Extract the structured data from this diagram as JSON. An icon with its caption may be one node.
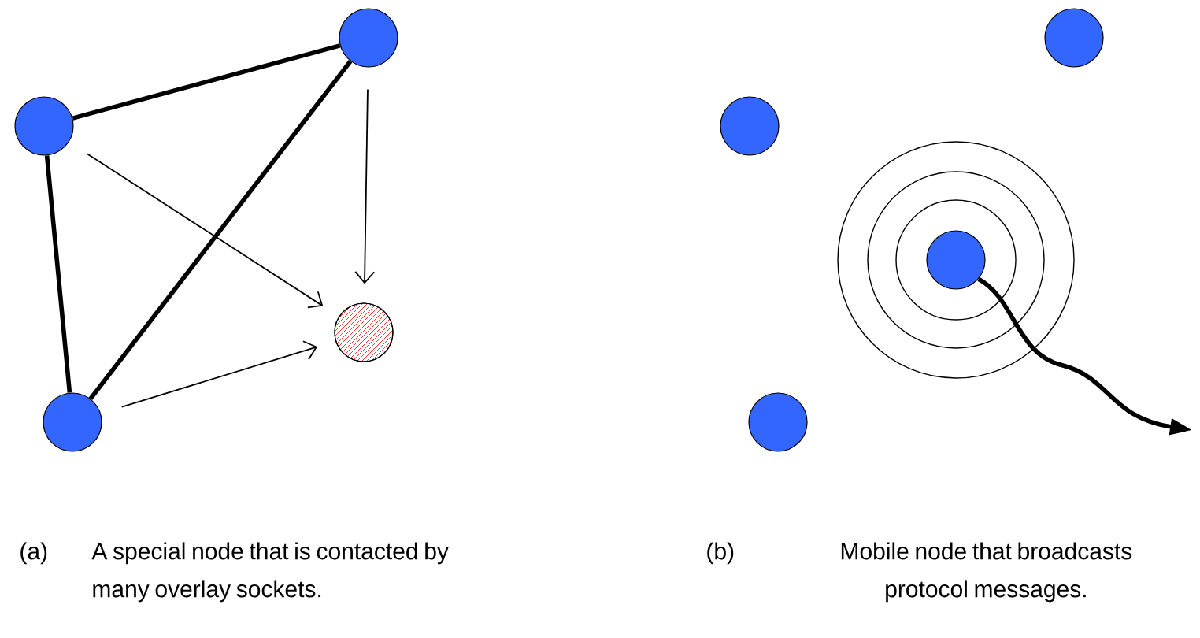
{
  "diagram": {
    "nodes": [
      {
        "text": [],
        "shape": "circle"
      },
      {
        "text": [],
        "shape": "circle"
      },
      {
        "text": [],
        "shape": "circle"
      },
      {
        "text": [],
        "shape": "circle"
      },
      {
        "text": [],
        "shape": "circle"
      },
      {
        "text": [],
        "shape": "circle"
      },
      {
        "text": [],
        "shape": "circle"
      },
      {
        "text": [],
        "shape": "circle"
      }
    ],
    "edges": [
      {
        "from": 0,
        "to": 1,
        "arrow": "none"
      },
      {
        "from": 0,
        "to": 2,
        "arrow": "none"
      },
      {
        "from": 2,
        "to": 1,
        "arrow": "none"
      },
      {
        "from": 0,
        "to": 3,
        "arrow": "to"
      },
      {
        "from": 1,
        "to": 3,
        "arrow": "to"
      },
      {
        "from": 2,
        "to": 3,
        "arrow": "to"
      },
      {
        "from": 6,
        "to": null,
        "arrow": "to"
      }
    ],
    "labels": [
      "(a)",
      "A special node that is contacted by many overlay sockets.",
      "(b)",
      "Mobile node that broadcasts protocol messages."
    ]
  }
}
